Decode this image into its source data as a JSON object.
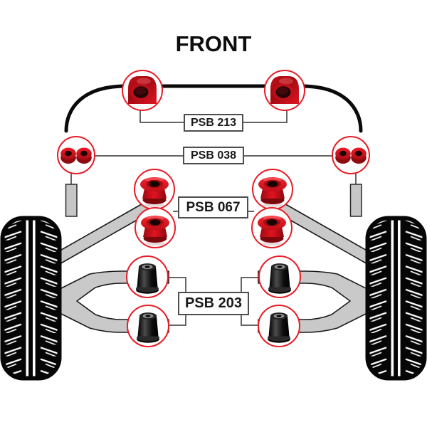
{
  "title": "FRONT",
  "parts": [
    {
      "id": "psb213",
      "label": "PSB 213",
      "bushing_color": "red",
      "bushing_count": 2,
      "icon": "sway-bar-saddle-bushing"
    },
    {
      "id": "psb038",
      "label": "PSB 038",
      "bushing_color": "red",
      "bushing_count": 2,
      "icon": "double-donut-bushing"
    },
    {
      "id": "psb067",
      "label": "PSB 067",
      "bushing_color": "red",
      "bushing_count": 4,
      "icon": "top-hat-bushing"
    },
    {
      "id": "psb203",
      "label": "PSB 203",
      "bushing_color": "black",
      "bushing_count": 4,
      "icon": "cylinder-bushing"
    }
  ],
  "colors": {
    "callout_red": "#e81c26",
    "bushing_red": "#d8121e",
    "bushing_black": "#111111",
    "arm_gray": "#c9c9c9",
    "line": "#333333",
    "background": "#ffffff"
  }
}
